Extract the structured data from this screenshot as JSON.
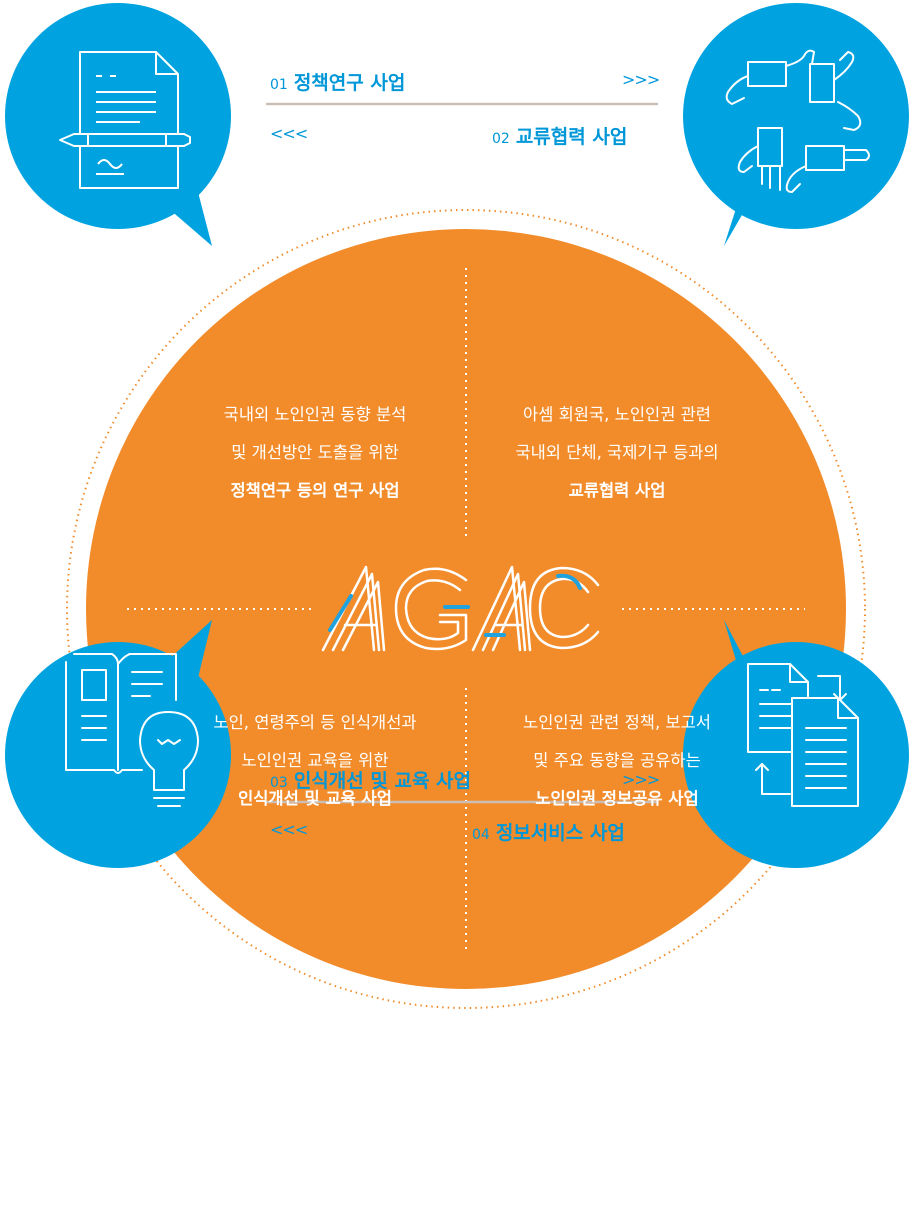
{
  "colors": {
    "blue": "#00a3e0",
    "orange": "#f28c2b",
    "gray": "#c9bfb6",
    "white": "#ffffff"
  },
  "icons": {
    "top_left": "document-pen-icon",
    "top_right": "joined-hands-icon",
    "bottom_left": "book-lightbulb-icon",
    "bottom_right": "document-exchange-icon",
    "center_logo": "agac-logo"
  },
  "top": {
    "item1": {
      "number": "01",
      "label": "정책연구 사업",
      "arrow": ">>>"
    },
    "item2": {
      "number": "02",
      "label": "교류협력 사업",
      "arrow": "<<<"
    }
  },
  "bottom": {
    "item3": {
      "number": "03",
      "label": "인식개선 및 교육 사업",
      "arrow": ">>>"
    },
    "item4": {
      "number": "04",
      "label": "정보서비스 사업",
      "arrow": "<<<"
    }
  },
  "center": {
    "logo_text": "AGAC",
    "q1": {
      "line1": "국내외 노인인권 동향 분석",
      "line2": "및 개선방안 도출을 위한",
      "bold": "정책연구 등의 연구 사업"
    },
    "q2": {
      "line1": "아셈 회원국, 노인인권 관련",
      "line2": "국내외 단체, 국제기구 등과의",
      "bold": "교류협력 사업"
    },
    "q3": {
      "line1": "노인, 연령주의 등 인식개선과",
      "line2": "노인인권 교육을 위한",
      "bold": "인식개선 및 교육 사업"
    },
    "q4": {
      "line1": "노인인권 관련 정책, 보고서",
      "line2": "및 주요 동향을 공유하는",
      "bold": "노인인권 정보공유 사업"
    }
  }
}
